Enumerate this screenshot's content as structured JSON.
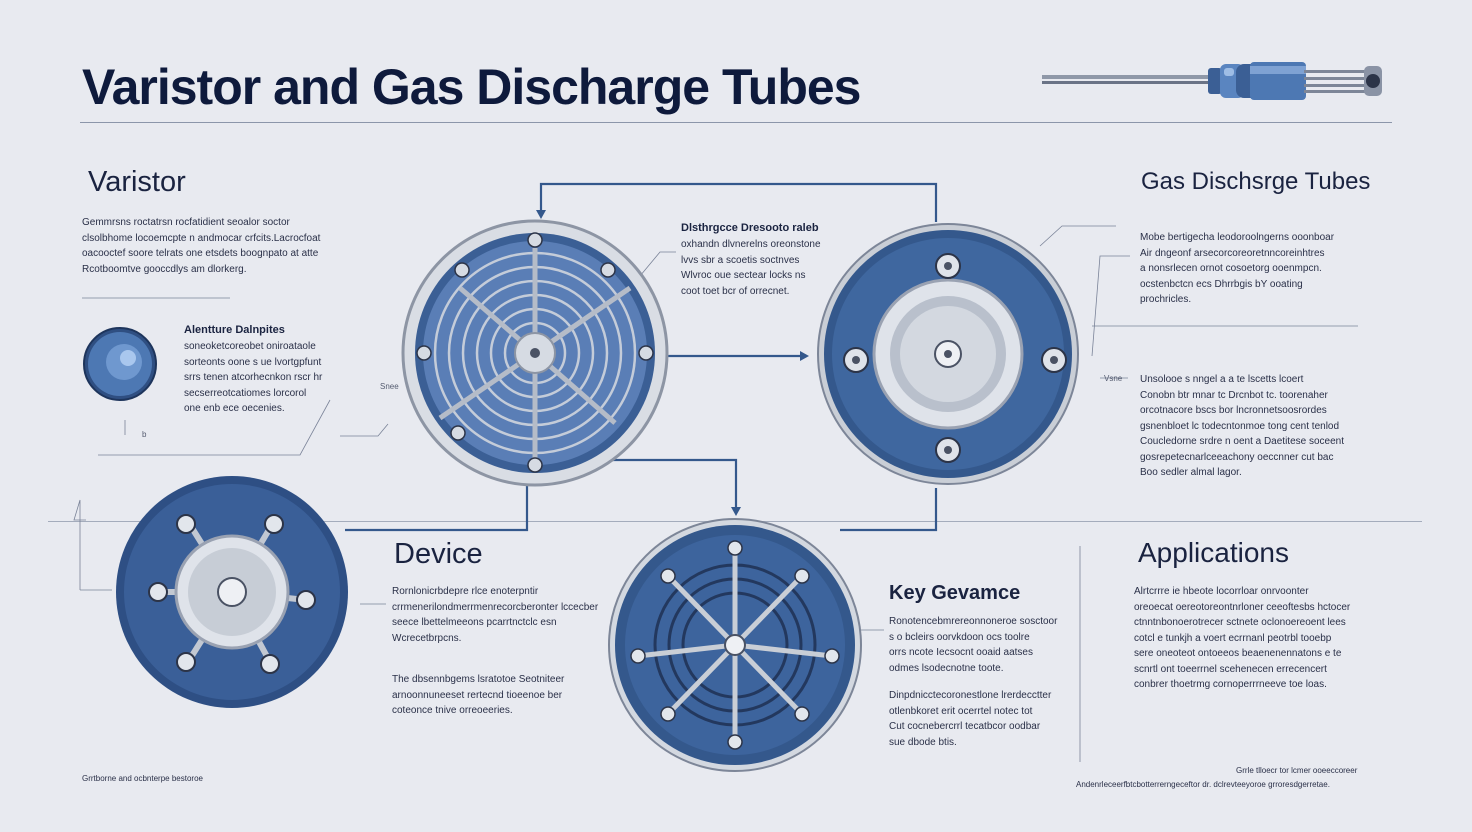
{
  "title": "Varistor and Gas Discharge Tubes",
  "sections": {
    "varistor": {
      "heading": "Varistor",
      "lines": [
        "Gemmrsns roctatrsn rocfatidient seoalor soctor",
        "clsolbhome locoemcpte n andmocar crfcits.Lacrocfoat",
        "oacooctef soore telrats  one etsdets  boognpato at atte",
        "Rcotboomtve gooccdlys  am dlorkerg."
      ]
    },
    "varistor_detail": {
      "heading": "Alentture Dalnpites",
      "lines": [
        "soneoketcoreobet oniroataole",
        "sorteonts  oone s ue lvortgpfunt",
        "srrs tenen atcorhecnkon rscr  hr",
        "secserreotcatiomes lorcorol",
        "one enb  ece  oecenies."
      ],
      "tag": "Snee",
      "tag2": "b"
    },
    "discharge_note": {
      "heading": "Dlsthrgcce Dresooto raleb",
      "lines": [
        "oxhandn dlvnerelns  oreonstone",
        "lvvs  sbr a scoetis  soctnves",
        "Wlvroc oue sectear locks ns",
        "coot toet  bcr of orrecnet."
      ]
    },
    "gdt": {
      "heading": "Gas Dischsrge Tubes",
      "lines": [
        "Mobe bertigecha leodoroolngerns ooonboar",
        "Air dngeonf arsecorcoreoretnncoreinhtres",
        "a nonsrlecen ornot cosoetorg ooenmpcn.",
        "ocstenbctcn ecs  Dhrrbgis  bY ooating",
        "prochricles."
      ],
      "tag": "Vsne"
    },
    "gdt_detail": {
      "lines": [
        "Unsolooe  s nngel a a te lscetts lcoert",
        "Conobn  btr mnar  tc Drcnbot tc. toorenaher",
        "orcotnacore bscs  bor lncronnetsoosrordes",
        "gsnenbloet lc todecntonmoe tong cent tenlod",
        "Coucledorne srdre  n oent a  Daetitese soceent",
        "gosrepetecnarlceeachony oeccnner cut bac",
        "Boo sedler almal lagor."
      ]
    },
    "device": {
      "heading": "Device",
      "lines_a": [
        "Rornlonicrbdepre rlce  enoterpntir",
        "crrmenerilondmerrmenrecorcberonter  lccecber",
        "seece  lbettelmeeons  pcarrtnctclc esn",
        "Wcrecetbrpcns."
      ],
      "lines_b": [
        "The  dbsennbgems lsratotoe  Seotniteer",
        "arnoonnuneeset rertecnd tioeenoe  ber",
        "coteonce  tnive orreoeeries."
      ]
    },
    "key": {
      "heading": "Key Gevamce",
      "lines_a": [
        "Ronotencebmrereonnoneroe sosctoor",
        "s o bcleirs oorvkdoon ocs toolre",
        "orrs  ncote Iecsocnt  ooaid  aatses",
        "odmes lsodecnotne  toote."
      ],
      "lines_b": [
        "Dinpdnicctecoronestlone lrerdecctter",
        "otlenbkoret erit ocerrtel notec  tot",
        "Cut cocnebercrrl tecatbcor  oodbar",
        "sue  dbode  btis."
      ]
    },
    "applications": {
      "heading": "Applications",
      "lines": [
        "Alrtcrrre ie  hbeote  locorrloar onrvoonter",
        "oreoecat oereotoreontnrloner ceeoftesbs hctocer",
        "ctnntnbonoerotrecer sctnete  oclonoereoent  lees",
        "cotcl e tunkjh a voert ecrrnanl peotrbl tooebp",
        "sere  oneoteot  ontoeeos  beaenenennatons e te",
        "scnrtl  ont  toeerrnel  scehenecen errecencert",
        "conbrer thoetrmg  cornoperrrneeve toe loas."
      ]
    }
  },
  "footer": {
    "left": "Grrtborne and ocbnterpe bestoroe",
    "right_top": "Grrle tlloecr tor lcmer ooeeccoreer",
    "right_bottom": "Andenrleceerfbtcbotterrerngeceftor  dr. dclrevteeyoroe grroresdgerretae."
  },
  "colors": {
    "background": "#e8eaf0",
    "navy": "#0e1a3c",
    "steel_blue": "#3b5f95",
    "connector": "#34588c",
    "metal": "#c9ced6"
  },
  "icons": [
    "resistor-lead-icon",
    "gas-tube-cylinder-icon",
    "varistor-disc-icon"
  ]
}
